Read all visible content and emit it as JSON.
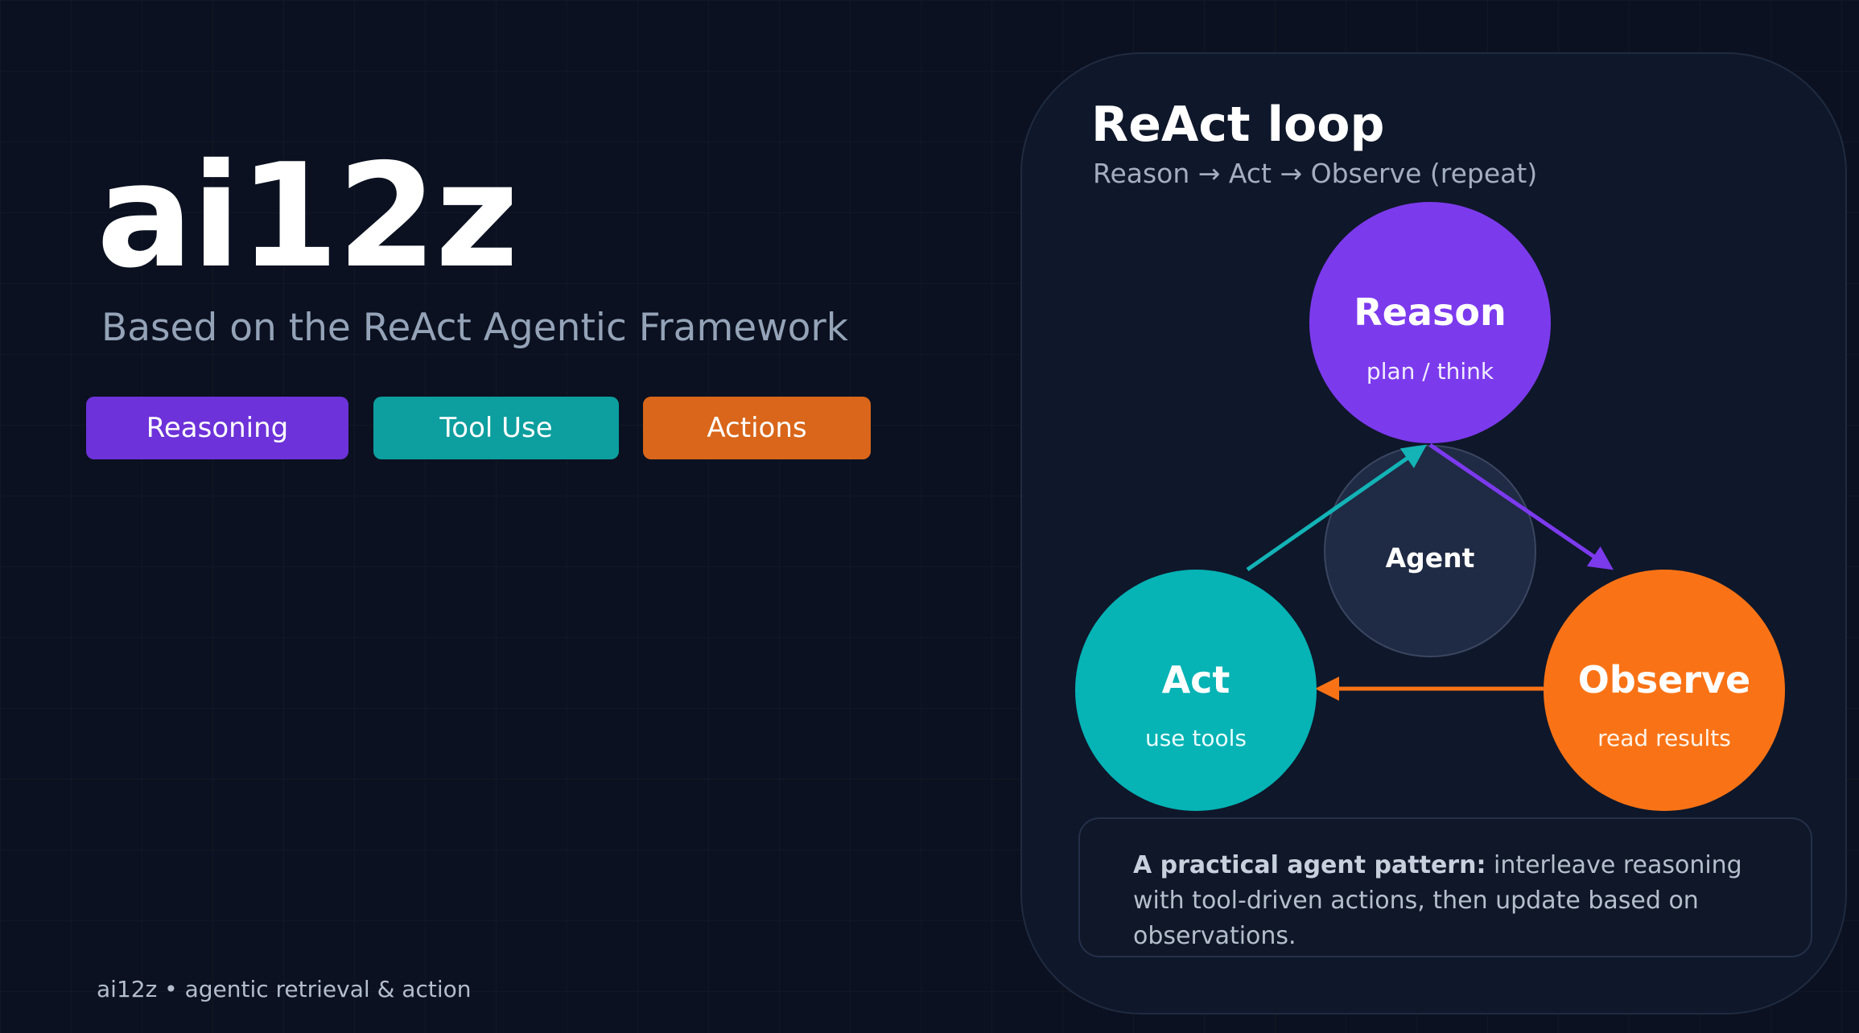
{
  "slide": {
    "title": "ai12z",
    "subtitle": "Based on the ReAct Agentic Framework",
    "tags": [
      {
        "label": "Reasoning",
        "color": "#6d32d9"
      },
      {
        "label": "Tool Use",
        "color": "#0d9e9f"
      },
      {
        "label": "Actions",
        "color": "#d9661a"
      }
    ],
    "footer": "ai12z • agentic retrieval & action"
  },
  "panel": {
    "title": "ReAct loop",
    "subtitle": "Reason → Act → Observe (repeat)",
    "nodes": {
      "reason": {
        "label": "Reason",
        "sublabel": "plan / think",
        "color": "#7c3aed"
      },
      "act": {
        "label": "Act",
        "sublabel": "use tools",
        "color": "#06b3b5"
      },
      "observe": {
        "label": "Observe",
        "sublabel": "read results",
        "color": "#f97316"
      },
      "agent": {
        "label": "Agent",
        "color": "#1f2a44"
      }
    },
    "description": {
      "bold": "A practical agent pattern:",
      "text": " interleave reasoning with tool-driven actions, then update based on observations."
    }
  }
}
